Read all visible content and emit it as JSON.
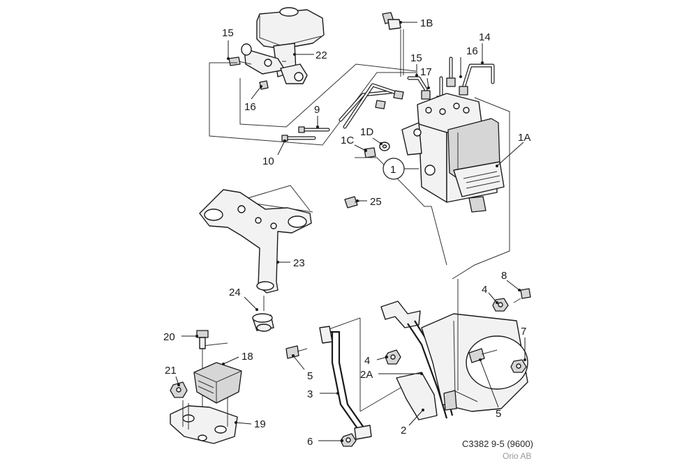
{
  "labels": {
    "l15a": "15",
    "l22": "22",
    "l16a": "16",
    "l9": "9",
    "l10": "10",
    "l1B": "1B",
    "l14": "14",
    "l16b": "16",
    "l15b": "15",
    "l17": "17",
    "l1D": "1D",
    "l1C": "1C",
    "l1": "1",
    "l1A": "1A",
    "l25": "25",
    "l23": "23",
    "l24": "24",
    "l8": "8",
    "l4a": "4",
    "l7": "7",
    "l20": "20",
    "l18": "18",
    "l21": "21",
    "l19": "19",
    "l5a": "5",
    "l3": "3",
    "l6": "6",
    "l4b": "4",
    "l2A": "2A",
    "l2": "2",
    "l5b": "5"
  },
  "caption": {
    "code": "C3382 9-5 (9600)",
    "company": "Orio AB"
  }
}
